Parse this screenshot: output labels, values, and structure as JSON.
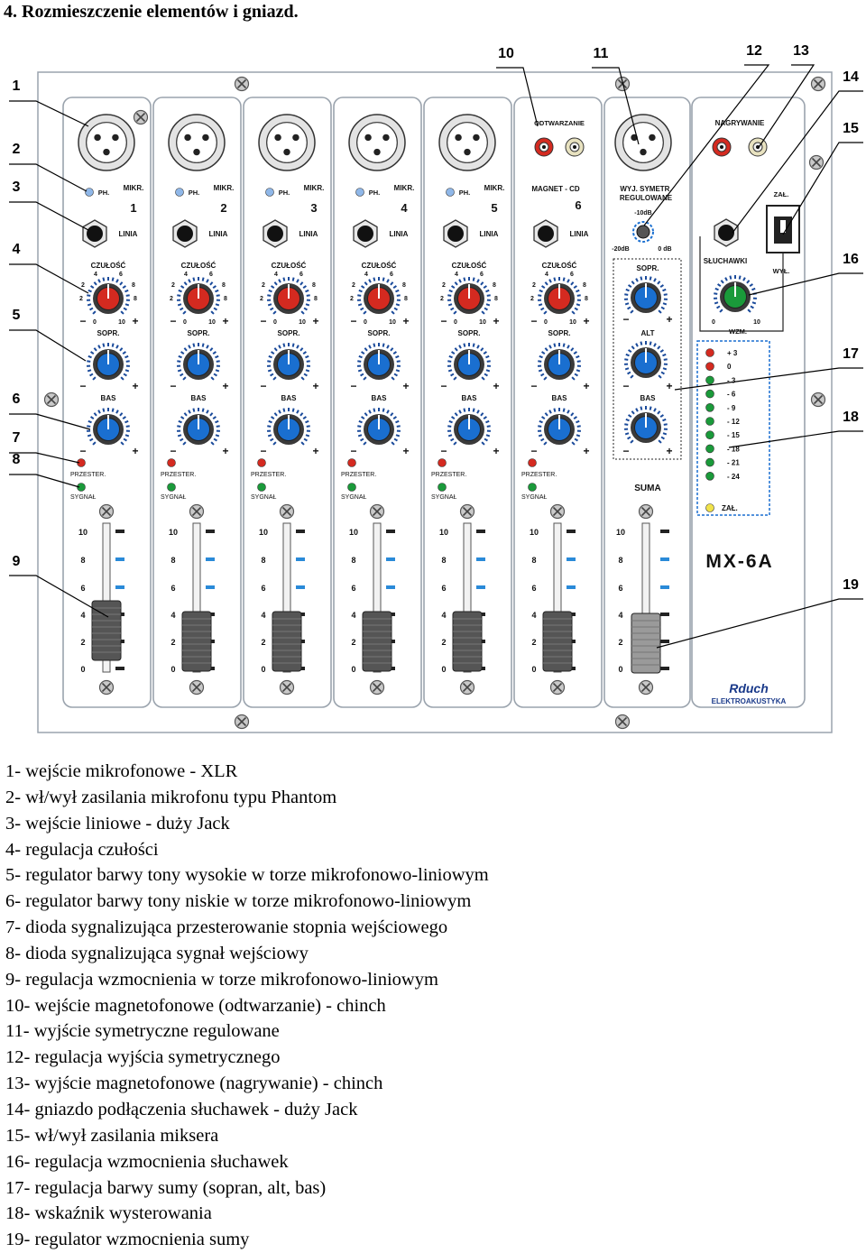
{
  "heading": "4. Rozmieszczenie elementów i gniazd.",
  "callout_numbers": [
    "1",
    "2",
    "3",
    "4",
    "5",
    "6",
    "7",
    "8",
    "9",
    "10",
    "11",
    "12",
    "13",
    "14",
    "15",
    "16",
    "17",
    "18",
    "19"
  ],
  "channel_labels": {
    "mic": "MIKR.",
    "phantom": "PH.",
    "line": "LINIA",
    "gain": "CZUŁOŚĆ",
    "treble": "SOPR.",
    "bass": "BAS",
    "overload": "PRZESTER.",
    "signal": "SYGNAŁ"
  },
  "channels": [
    "1",
    "2",
    "3",
    "4",
    "5"
  ],
  "channel6": {
    "number": "6",
    "playback": "ODTWARZANIE",
    "magnet": "MAGNET - CD",
    "line": "LINIA"
  },
  "gain_scale": [
    "0",
    "2",
    "4",
    "6",
    "8",
    "10"
  ],
  "fader_scale": [
    "10",
    "8",
    "6",
    "4",
    "2",
    "0"
  ],
  "master": {
    "balanced_out_1": "WYJ. SYMETR.",
    "balanced_out_2": "REGULOWANE",
    "db_top": "-10dB",
    "db_left": "-20dB",
    "db_right": "0 dB",
    "treble": "SOPR.",
    "alto": "ALT",
    "bass": "BAS",
    "sum": "SUMA"
  },
  "right_section": {
    "record": "NAGRYWANIE",
    "on": "ZAŁ.",
    "off": "WYŁ.",
    "headphones": "SŁUCHAWKI",
    "headphone_gain": "WZM.",
    "meter_levels": [
      "+ 3",
      "0",
      "- 3",
      "- 6",
      "- 9",
      "- 12",
      "- 15",
      "- 18",
      "- 21",
      "- 24"
    ],
    "power_led": "ZAŁ."
  },
  "model": "MX-6A",
  "brand": "Rduch",
  "brand_sub": "ELEKTROAKUSTYKA",
  "colors": {
    "blue": "#1a6fd0",
    "red": "#d42a20",
    "green": "#1a9a3a",
    "panel_border": "#9aa3ad"
  },
  "legend": [
    "1- wejście mikrofonowe - XLR",
    "2- wł/wył zasilania mikrofonu typu Phantom",
    "3- wejście liniowe - duży Jack",
    "4- regulacja czułości",
    "5- regulator barwy tony wysokie w torze mikrofonowo-liniowym",
    "6- regulator barwy tony niskie w torze mikrofonowo-liniowym",
    "7- dioda sygnalizująca przesterowanie stopnia wejściowego",
    "8- dioda sygnalizująca sygnał wejściowy",
    "9- regulacja wzmocnienia w torze mikrofonowo-liniowym",
    "10- wejście magnetofonowe (odtwarzanie) - chinch",
    "11- wyjście symetryczne regulowane",
    "12- regulacja wyjścia symetrycznego",
    "13- wyjście magnetofonowe (nagrywanie) - chinch",
    "14- gniazdo podłączenia słuchawek - duży Jack",
    "15- wł/wył zasilania miksera",
    "16- regulacja wzmocnienia słuchawek",
    "17- regulacja barwy sumy (sopran, alt, bas)",
    "18- wskaźnik wysterowania",
    "19- regulator wzmocnienia sumy"
  ]
}
